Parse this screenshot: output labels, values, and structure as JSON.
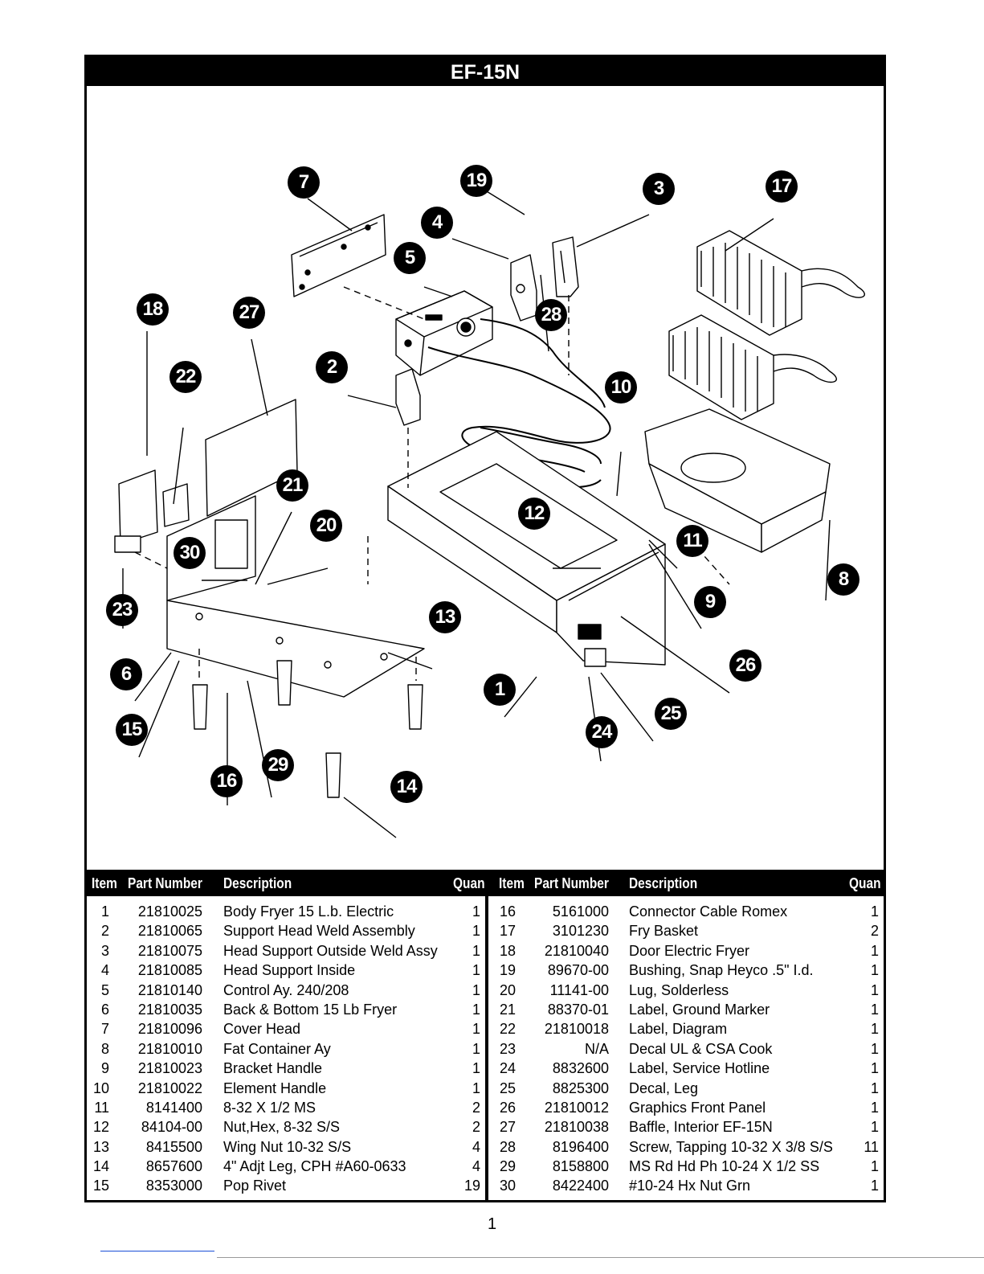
{
  "page": {
    "title": "EF-15N",
    "page_number": "1"
  },
  "callouts": [
    "7",
    "19",
    "3",
    "17",
    "4",
    "5",
    "18",
    "27",
    "28",
    "2",
    "22",
    "10",
    "21",
    "20",
    "12",
    "30",
    "11",
    "23",
    "8",
    "9",
    "13",
    "26",
    "6",
    "1",
    "25",
    "15",
    "24",
    "29",
    "16",
    "14"
  ],
  "table": {
    "headers": {
      "item": "Item",
      "part": "Part Number",
      "desc": "Description",
      "qty": "Quan"
    },
    "left": [
      {
        "item": "1",
        "part": "21810025",
        "desc": "Body Fryer 15 L.b. Electric",
        "qty": "1"
      },
      {
        "item": "2",
        "part": "21810065",
        "desc": "Support Head Weld Assembly",
        "qty": "1"
      },
      {
        "item": "3",
        "part": "21810075",
        "desc": "Head Support Outside Weld Assy",
        "qty": "1"
      },
      {
        "item": "4",
        "part": "21810085",
        "desc": "Head Support Inside",
        "qty": "1"
      },
      {
        "item": "5",
        "part": "21810140",
        "desc": "Control Ay. 240/208",
        "qty": "1"
      },
      {
        "item": "6",
        "part": "21810035",
        "desc": "Back & Bottom 15 Lb Fryer",
        "qty": "1"
      },
      {
        "item": "7",
        "part": "21810096",
        "desc": "Cover Head",
        "qty": "1"
      },
      {
        "item": "8",
        "part": "21810010",
        "desc": "Fat Container Ay",
        "qty": "1"
      },
      {
        "item": "9",
        "part": "21810023",
        "desc": "Bracket Handle",
        "qty": "1"
      },
      {
        "item": "10",
        "part": "21810022",
        "desc": "Element Handle",
        "qty": "1"
      },
      {
        "item": "11",
        "part": "8141400",
        "desc": "8-32 X 1/2 MS",
        "qty": "2"
      },
      {
        "item": "12",
        "part": "84104-00",
        "desc": "Nut,Hex, 8-32  S/S",
        "qty": "2"
      },
      {
        "item": "13",
        "part": "8415500",
        "desc": "Wing Nut 10-32 S/S",
        "qty": "4"
      },
      {
        "item": "14",
        "part": "8657600",
        "desc": "4\" Adjt Leg, CPH #A60-0633",
        "qty": "4"
      },
      {
        "item": "15",
        "part": "8353000",
        "desc": "Pop Rivet",
        "qty": "19"
      }
    ],
    "right": [
      {
        "item": "16",
        "part": "5161000",
        "desc": "Connector Cable Romex",
        "qty": "1"
      },
      {
        "item": "17",
        "part": "3101230",
        "desc": "Fry Basket",
        "qty": "2"
      },
      {
        "item": "18",
        "part": "21810040",
        "desc": "Door Electric Fryer",
        "qty": "1"
      },
      {
        "item": "19",
        "part": "89670-00",
        "desc": "Bushing, Snap Heyco .5\" I.d.",
        "qty": "1"
      },
      {
        "item": "20",
        "part": "11141-00",
        "desc": "Lug, Solderless",
        "qty": "1"
      },
      {
        "item": "21",
        "part": "88370-01",
        "desc": "Label, Ground Marker",
        "qty": "1"
      },
      {
        "item": "22",
        "part": "21810018",
        "desc": "Label, Diagram",
        "qty": "1"
      },
      {
        "item": "23",
        "part": "N/A",
        "desc": "Decal UL & CSA Cook",
        "qty": "1"
      },
      {
        "item": "24",
        "part": "8832600",
        "desc": "Label, Service Hotline",
        "qty": "1"
      },
      {
        "item": "25",
        "part": "8825300",
        "desc": "Decal, Leg",
        "qty": "1"
      },
      {
        "item": "26",
        "part": "21810012",
        "desc": "Graphics Front Panel",
        "qty": "1"
      },
      {
        "item": "27",
        "part": "21810038",
        "desc": "Baffle, Interior EF-15N",
        "qty": "1"
      },
      {
        "item": "28",
        "part": "8196400",
        "desc": "Screw, Tapping 10-32 X 3/8 S/S",
        "qty": "11"
      },
      {
        "item": "29",
        "part": "8158800",
        "desc": "MS Rd Hd Ph 10-24 X 1/2 SS",
        "qty": "1"
      },
      {
        "item": "30",
        "part": "8422400",
        "desc": "#10-24 Hx Nut Grn",
        "qty": "1"
      }
    ]
  }
}
